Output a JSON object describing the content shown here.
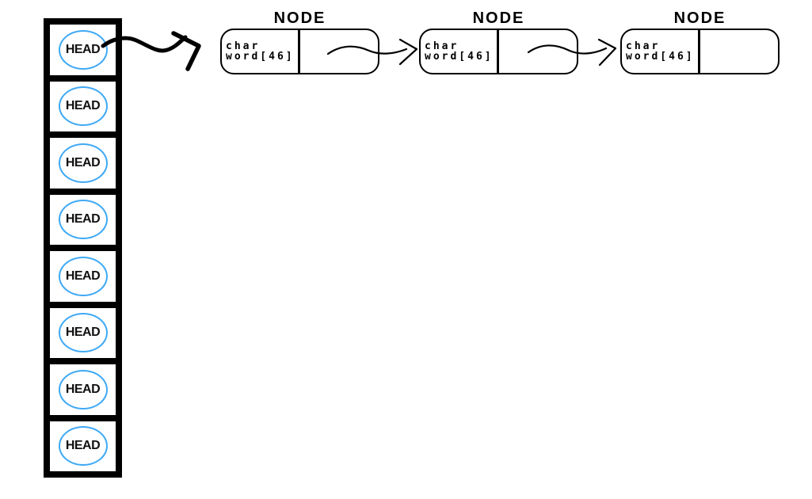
{
  "diagram": {
    "head_array": {
      "cells": [
        {
          "label": "HEAD"
        },
        {
          "label": "HEAD"
        },
        {
          "label": "HEAD"
        },
        {
          "label": "HEAD"
        },
        {
          "label": "HEAD"
        },
        {
          "label": "HEAD"
        },
        {
          "label": "HEAD"
        },
        {
          "label": "HEAD"
        }
      ]
    },
    "nodes": [
      {
        "title": "NODE",
        "field_line1": "char",
        "field_line2": "word[46]"
      },
      {
        "title": "NODE",
        "field_line1": "char",
        "field_line2": "word[46]"
      },
      {
        "title": "NODE",
        "field_line1": "char",
        "field_line2": "word[46]"
      }
    ],
    "colors": {
      "head_circle": "#3fa9f5",
      "ink": "#000000",
      "background": "#ffffff"
    }
  }
}
